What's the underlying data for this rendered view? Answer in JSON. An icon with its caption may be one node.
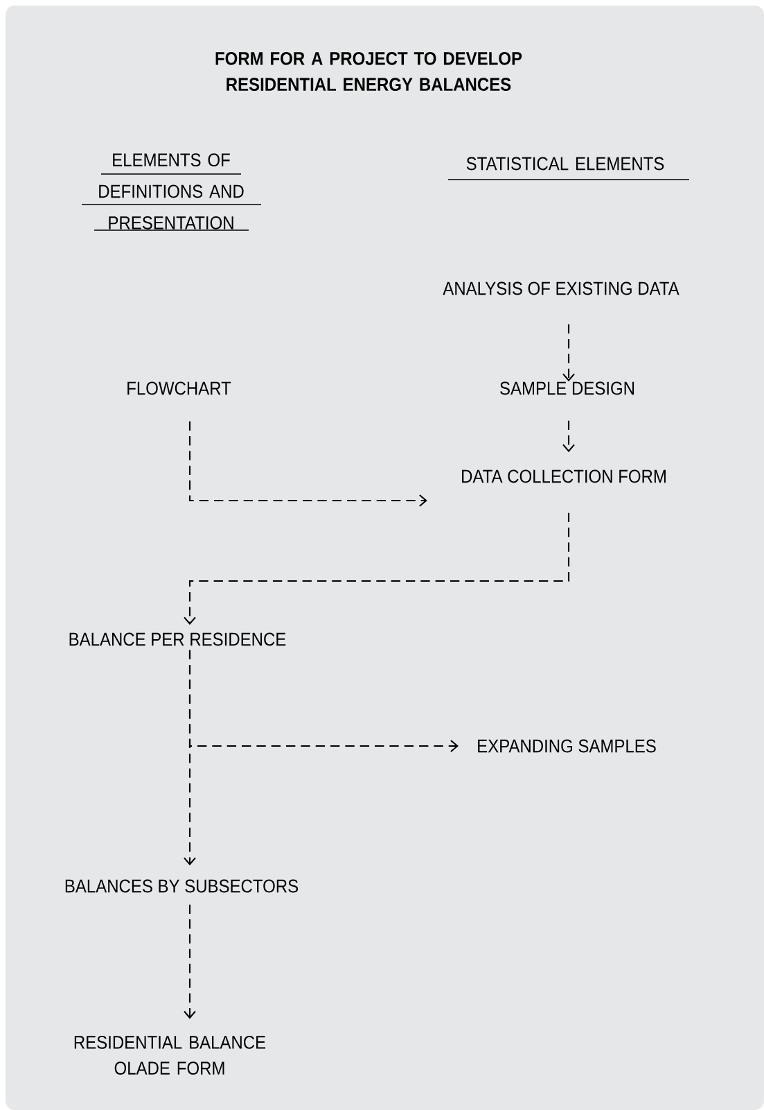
{
  "diagram": {
    "title": "FORM FOR A PROJECT TO DEVELOP RESIDENTIAL ENERGY BALANCES",
    "nodes": [
      {
        "text": [
          "FLOWCHART"
        ]
      },
      {
        "text": [
          "ANALYSIS OF EXISTING DATA"
        ]
      },
      {
        "text": [
          "SAMPLE DESIGN"
        ]
      },
      {
        "text": [
          "DATA COLLECTION FORM"
        ]
      },
      {
        "text": [
          "BALANCE PER RESIDENCE"
        ]
      },
      {
        "text": [
          "EXPANDING SAMPLES"
        ]
      },
      {
        "text": [
          "BALANCES BY SUBSECTORS"
        ]
      },
      {
        "text": [
          "RESIDENTIAL BALANCE OLADE FORM"
        ]
      }
    ],
    "edges": [
      {
        "from": 1,
        "to": 2,
        "arrow": "to",
        "style": "dashed"
      },
      {
        "from": 2,
        "to": 3,
        "arrow": "to",
        "style": "dashed"
      },
      {
        "from": 0,
        "to": 3,
        "arrow": "to",
        "style": "dashed"
      },
      {
        "from": 3,
        "to": 4,
        "arrow": "to",
        "style": "dashed"
      },
      {
        "from": 4,
        "to": 5,
        "arrow": "to",
        "style": "dashed"
      },
      {
        "from": 4,
        "to": 6,
        "arrow": "to",
        "style": "dashed"
      },
      {
        "from": 6,
        "to": 7,
        "arrow": "to",
        "style": "dashed"
      }
    ],
    "labels": [
      "ELEMENTS OF DEFINITIONS AND PRESENTATION",
      "STATISTICAL ELEMENTS"
    ]
  }
}
